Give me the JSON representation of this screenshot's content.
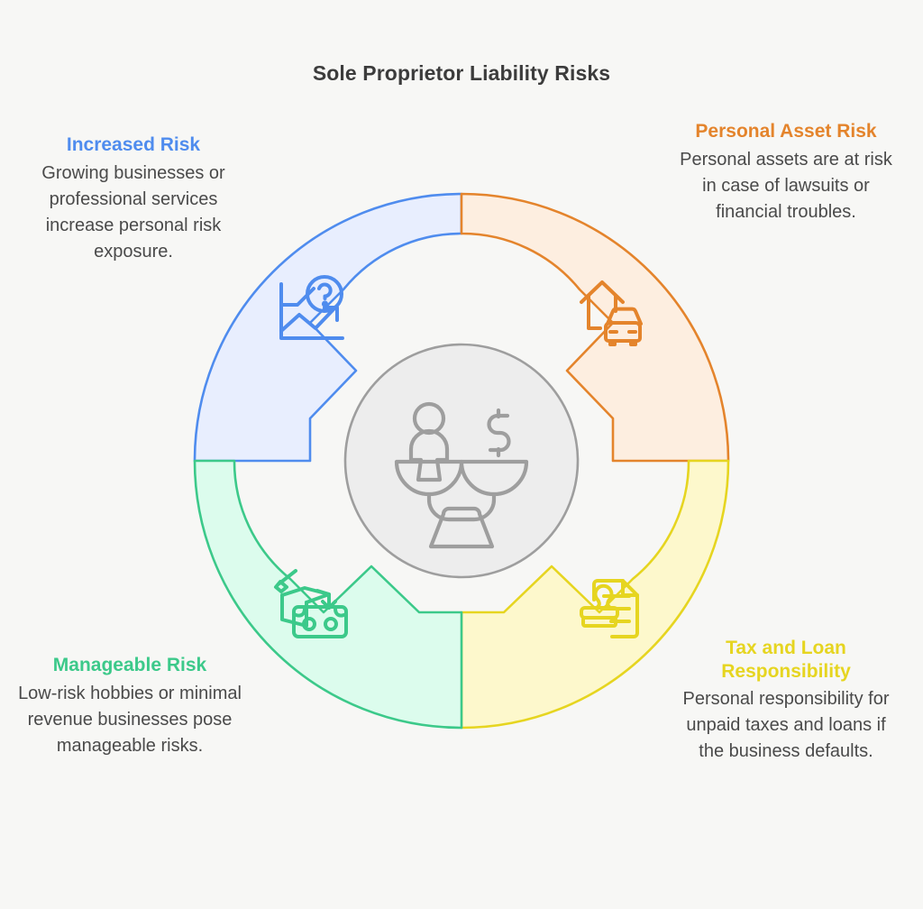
{
  "page": {
    "title": "Sole Proprietor Liability Risks",
    "background_color": "#f7f7f5",
    "title_color": "#3c3c3c",
    "body_text_color": "#4a4a4a"
  },
  "center": {
    "icon": "balance-scale-person-dollar-icon",
    "circle_fill": "#ededed",
    "circle_stroke": "#9e9e9e",
    "icon_stroke": "#9e9e9e"
  },
  "segments": [
    {
      "id": "increased-risk",
      "position": "top-left",
      "heading": "Increased Risk",
      "body": "Growing businesses or professional services increase personal risk exposure.",
      "accent": "#4f8cee",
      "fill": "#e8eefe",
      "icon": "line-chart-question-icon"
    },
    {
      "id": "personal-asset-risk",
      "position": "top-right",
      "heading": "Personal Asset Risk",
      "body": "Personal assets are at risk in case of lawsuits or financial troubles.",
      "accent": "#e4842c",
      "fill": "#fdeee0",
      "icon": "house-car-icon"
    },
    {
      "id": "tax-and-loan-responsibility",
      "position": "bottom-right",
      "heading": "Tax and Loan Responsibility",
      "body": "Personal responsibility for unpaid taxes and loans if the business defaults.",
      "accent": "#e6d520",
      "fill": "#fdf8cc",
      "icon": "stamped-document-icon"
    },
    {
      "id": "manageable-risk",
      "position": "bottom-left",
      "heading": "Manageable Risk",
      "body": "Low-risk hobbies or minimal revenue businesses pose manageable risks.",
      "accent": "#3cc98a",
      "fill": "#dcfced",
      "icon": "craft-box-goggles-icon"
    }
  ]
}
